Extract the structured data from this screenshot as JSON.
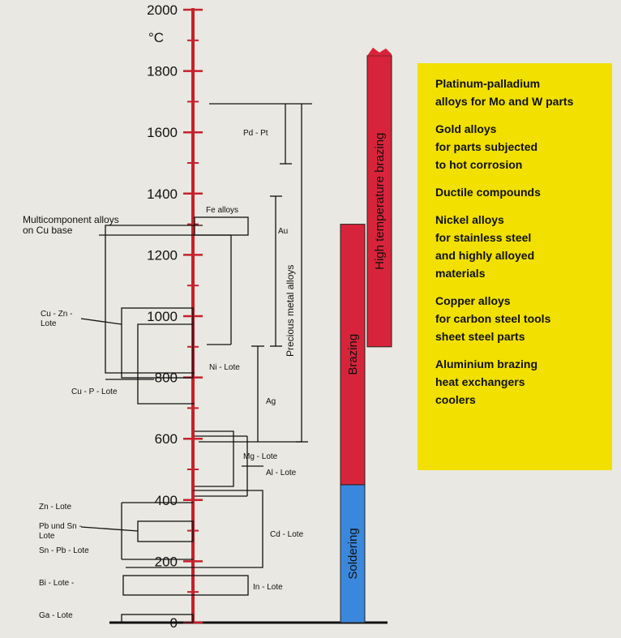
{
  "axis": {
    "unit": "°C",
    "ticks": [
      "0",
      "200",
      "400",
      "600",
      "800",
      "1000",
      "1200",
      "1400",
      "1600",
      "1800",
      "2000"
    ],
    "min": 0,
    "max": 2000
  },
  "left_labels": {
    "multicomponent": "Multicomponent alloys\non Cu base",
    "cu_zn": "Cu - Zn -\nLote",
    "cu_p": "Cu - P - Lote",
    "zn": "Zn - Lote",
    "pb_sn": "Pb und Sn -\nLote",
    "sn_pb": "Sn - Pb - Lote",
    "bi": "Bi - Lote -",
    "ga": "Ga - Lote"
  },
  "inner_labels": {
    "pd_pt": "Pd - Pt",
    "fe": "Fe alloys",
    "au": "Au",
    "precious": "Precious metal alloys",
    "ni": "Ni - Lote",
    "ag": "Ag",
    "mg": "Mg - Lote",
    "al": "Al - Lote",
    "cd": "Cd - Lote",
    "in": "In - Lote"
  },
  "bars": [
    {
      "label": "Soldering",
      "from": 0,
      "to": 450,
      "color": "#3a88dd"
    },
    {
      "label": "Brazing",
      "from": 450,
      "to": 1300,
      "color": "#d8243a"
    },
    {
      "label": "High temperature brazing",
      "from": 900,
      "to": 1850,
      "color": "#d8243a"
    }
  ],
  "legend": [
    "Platinum-palladium\nalloys for Mo and W parts",
    "Gold alloys\nfor parts subjected\nto hot corrosion",
    "Ductile compounds",
    "Nickel alloys\nfor stainless steel\nand highly alloyed\nmaterials",
    "Copper alloys\nfor carbon steel tools\nsheet steel parts",
    "Aluminium brazing\nheat exchangers\ncoolers"
  ],
  "colors": {
    "axis": "#c8202a",
    "legend_bg": "#f1e000",
    "soldering": "#3a88dd",
    "brazing": "#d8243a"
  }
}
